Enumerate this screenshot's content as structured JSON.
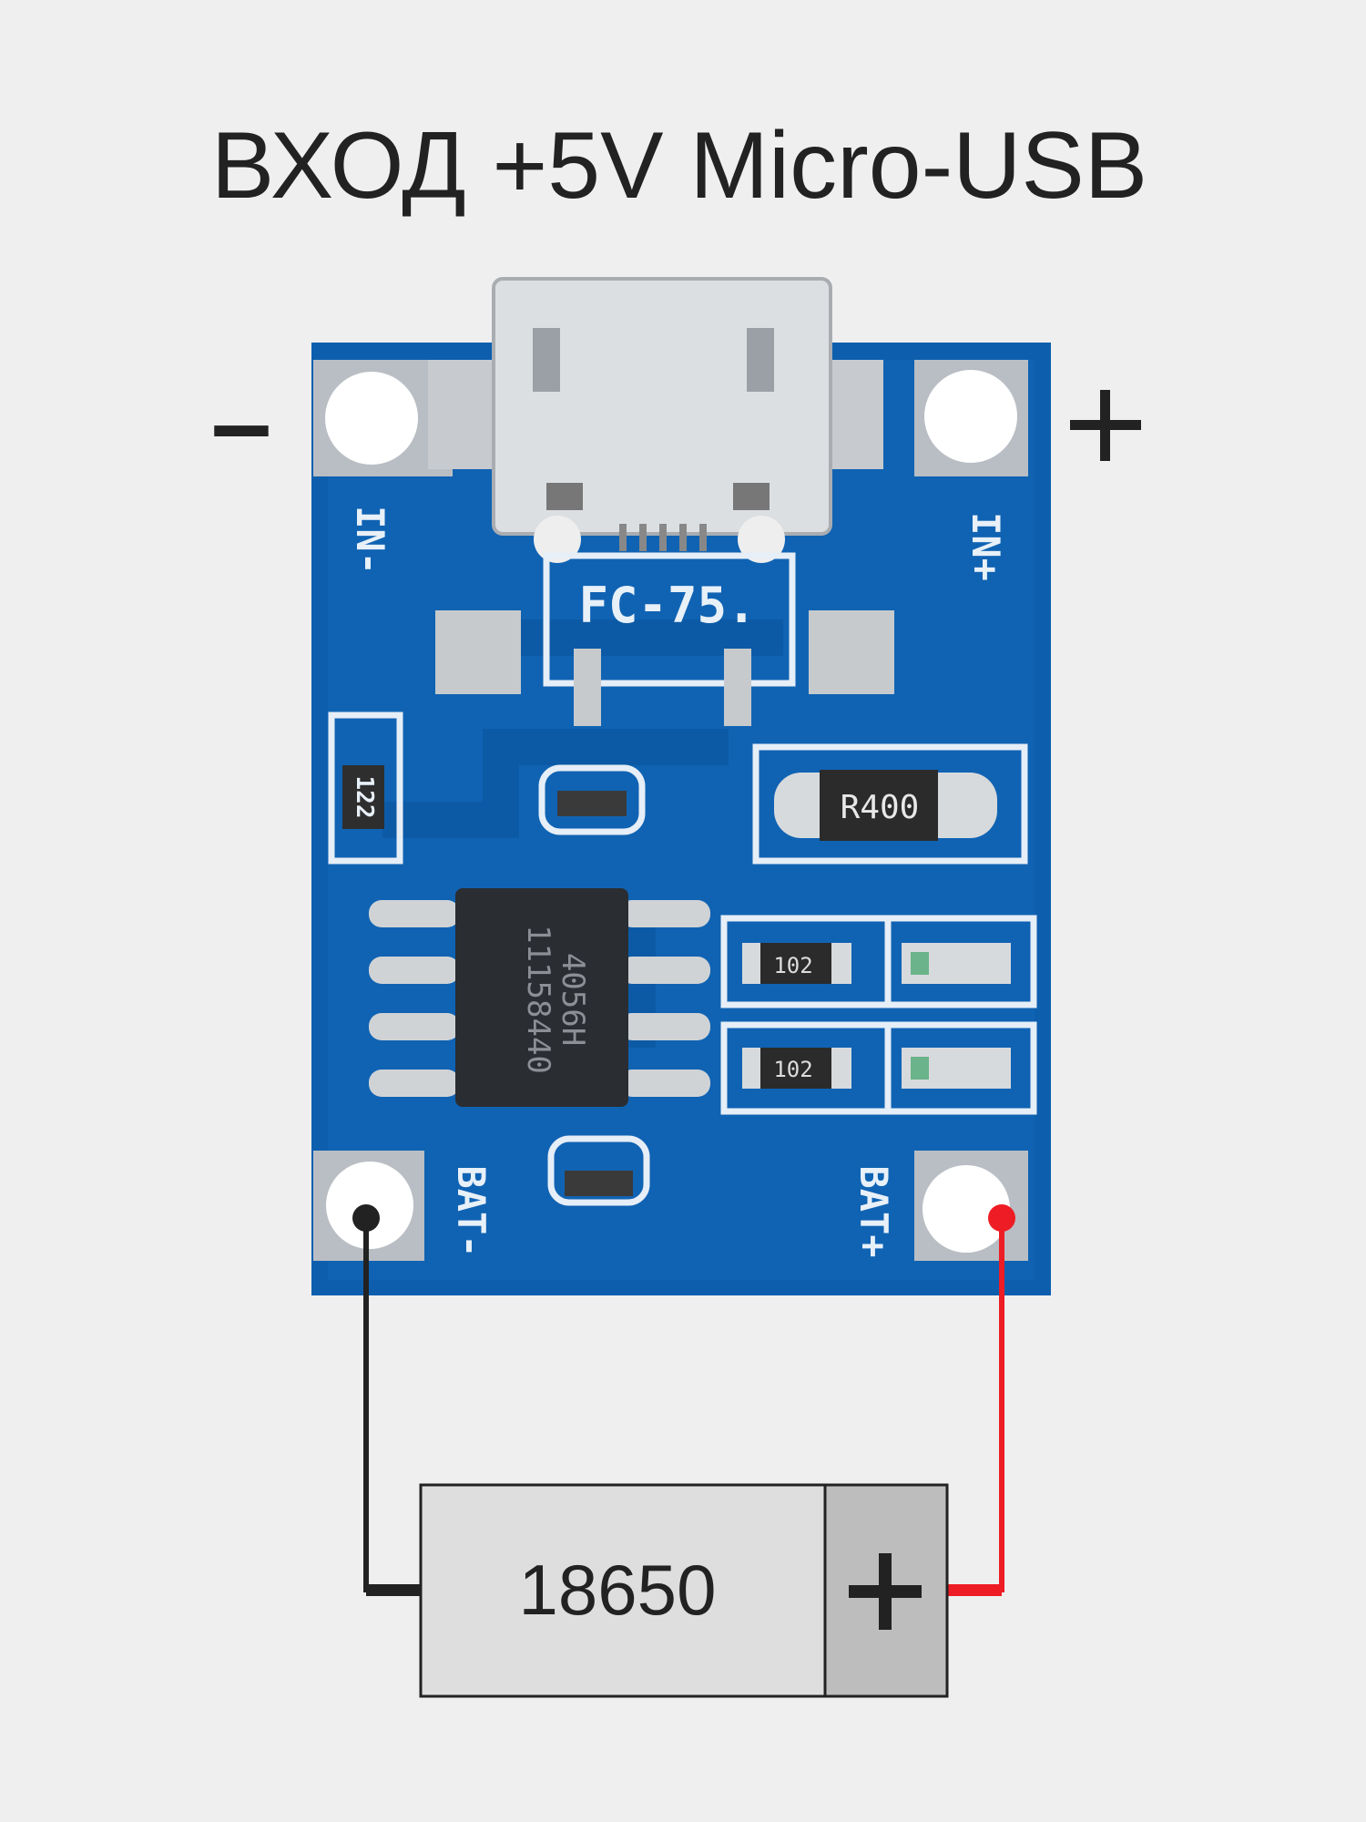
{
  "title": "ВХОД +5V Micro-USB",
  "input_minus_label": "–",
  "input_plus_label": "+",
  "pcb": {
    "labels": {
      "in_minus": "IN-",
      "in_plus": "IN+",
      "bat_minus": "BAT-",
      "bat_plus": "BAT+",
      "module": "FC-75.",
      "shunt": "R400",
      "chip_line1": "4056H",
      "chip_line2": "11158440",
      "resistor_1": "102",
      "resistor_2": "102",
      "resistor_3": "122"
    }
  },
  "battery": {
    "label": "18650",
    "terminal_symbol": "+"
  },
  "colors": {
    "background": "#efefef",
    "pcb": "#0d5fae",
    "negative_wire": "#222222",
    "positive_wire": "#ee1c24",
    "battery_body": "#dedede",
    "battery_cap": "#bdbdbd"
  }
}
